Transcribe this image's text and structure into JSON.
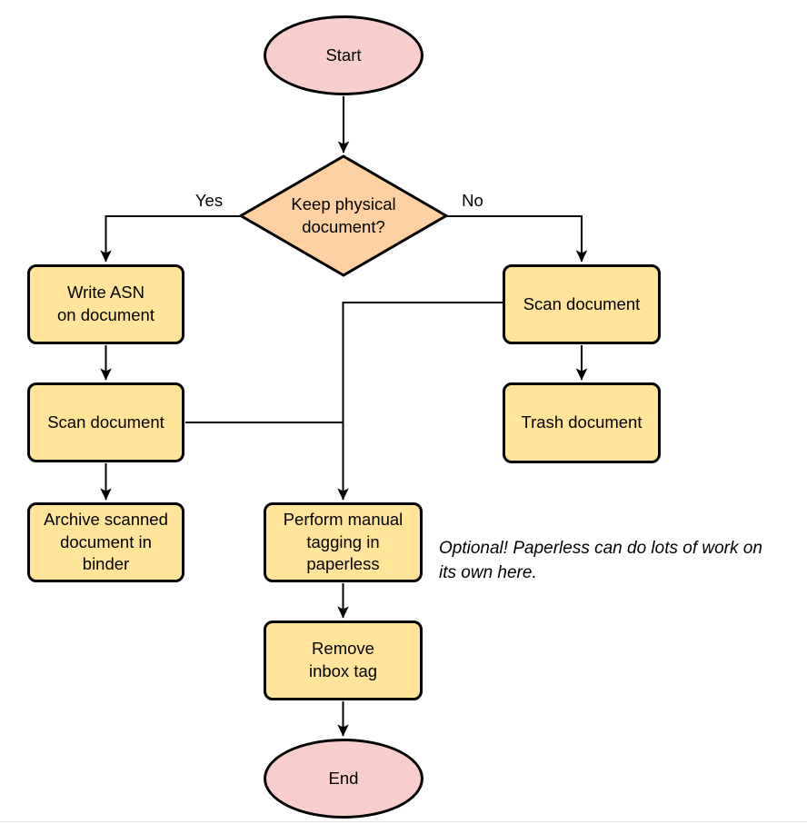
{
  "diagram": {
    "type": "flowchart",
    "colors": {
      "terminal_fill": "#f8cecc",
      "decision_fill": "#ffd0a1",
      "process_fill": "#ffe499",
      "stroke": "#000000",
      "text": "#000000"
    },
    "nodes": {
      "start": "Start",
      "decision": "Keep physical\ndocument?",
      "write_asn": "Write ASN\non document",
      "scan_left": "Scan document",
      "archive": "Archive scanned\ndocument in\nbinder",
      "scan_right": "Scan document",
      "trash": "Trash document",
      "tagging": "Perform manual\ntagging in\npaperless",
      "remove_inbox": "Remove\ninbox tag",
      "end": "End"
    },
    "edge_labels": {
      "yes": "Yes",
      "no": "No"
    },
    "note": "Optional! Paperless can do lots of work on\nits own here."
  }
}
